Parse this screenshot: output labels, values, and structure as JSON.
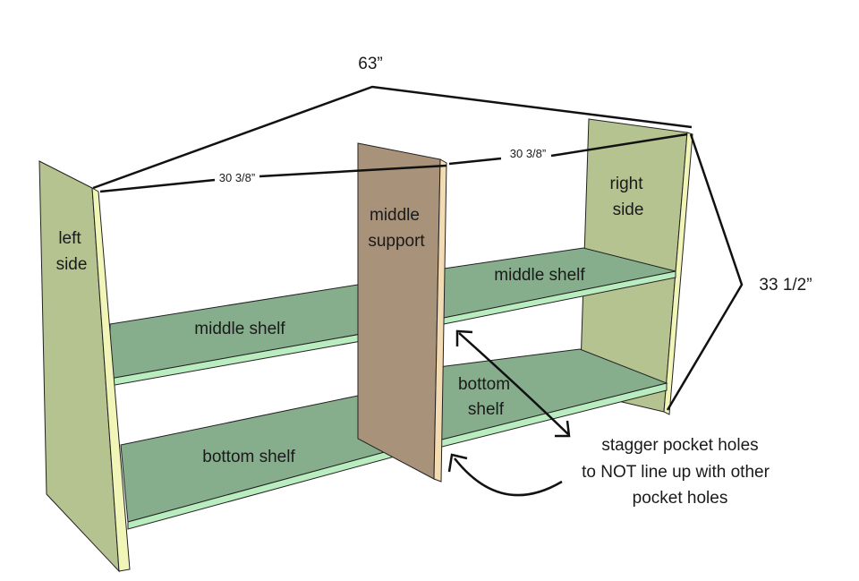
{
  "dimensions": {
    "overall_width": "63”",
    "left_span": "30 3/8”",
    "right_span": "30 3/8”",
    "height": "33 1/2”"
  },
  "parts": {
    "left_side": [
      "left",
      "side"
    ],
    "middle_support": [
      "middle",
      "support"
    ],
    "right_side": [
      "right",
      "side"
    ],
    "left_middle_shelf": "middle shelf",
    "right_middle_shelf": "middle shelf",
    "left_bottom_shelf": "bottom shelf",
    "right_bottom_shelf": [
      "bottom",
      "shelf"
    ]
  },
  "note": [
    "stagger pocket holes",
    "to NOT line up with other",
    "pocket holes"
  ],
  "colors": {
    "side_panel": "#b5c391",
    "side_edge": "#f2f5b8",
    "middle_support": "#a8927a",
    "support_edge": "#f3dcb4",
    "shelf_top": "#86ae8d",
    "shelf_front": "#b9edc0",
    "outline": "#111111"
  }
}
